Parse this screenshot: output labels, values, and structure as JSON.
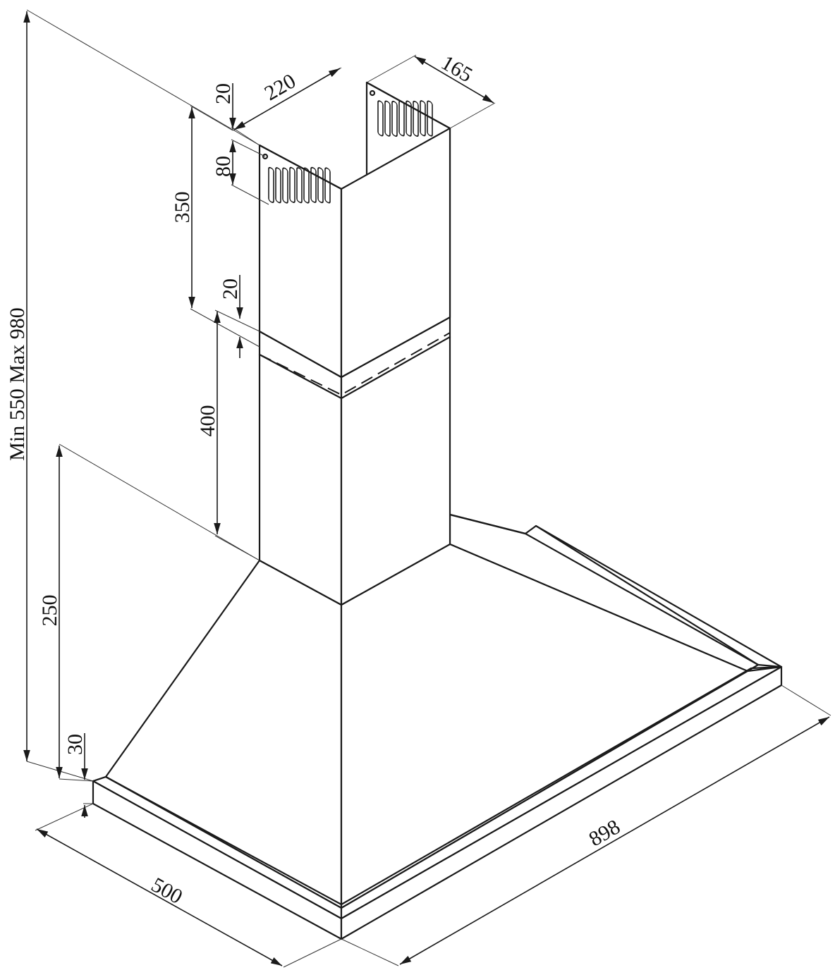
{
  "dimensions": {
    "total_height": "Min 550 Max 980",
    "upper_chimney_width": "220",
    "upper_chimney_depth": "165",
    "top_offset": "20",
    "vent_height": "80",
    "upper_chimney_height": "350",
    "overlap": "20",
    "lower_chimney_height": "400",
    "canopy_height": "250",
    "base_thickness": "30",
    "hood_depth": "500",
    "hood_width": "898"
  }
}
